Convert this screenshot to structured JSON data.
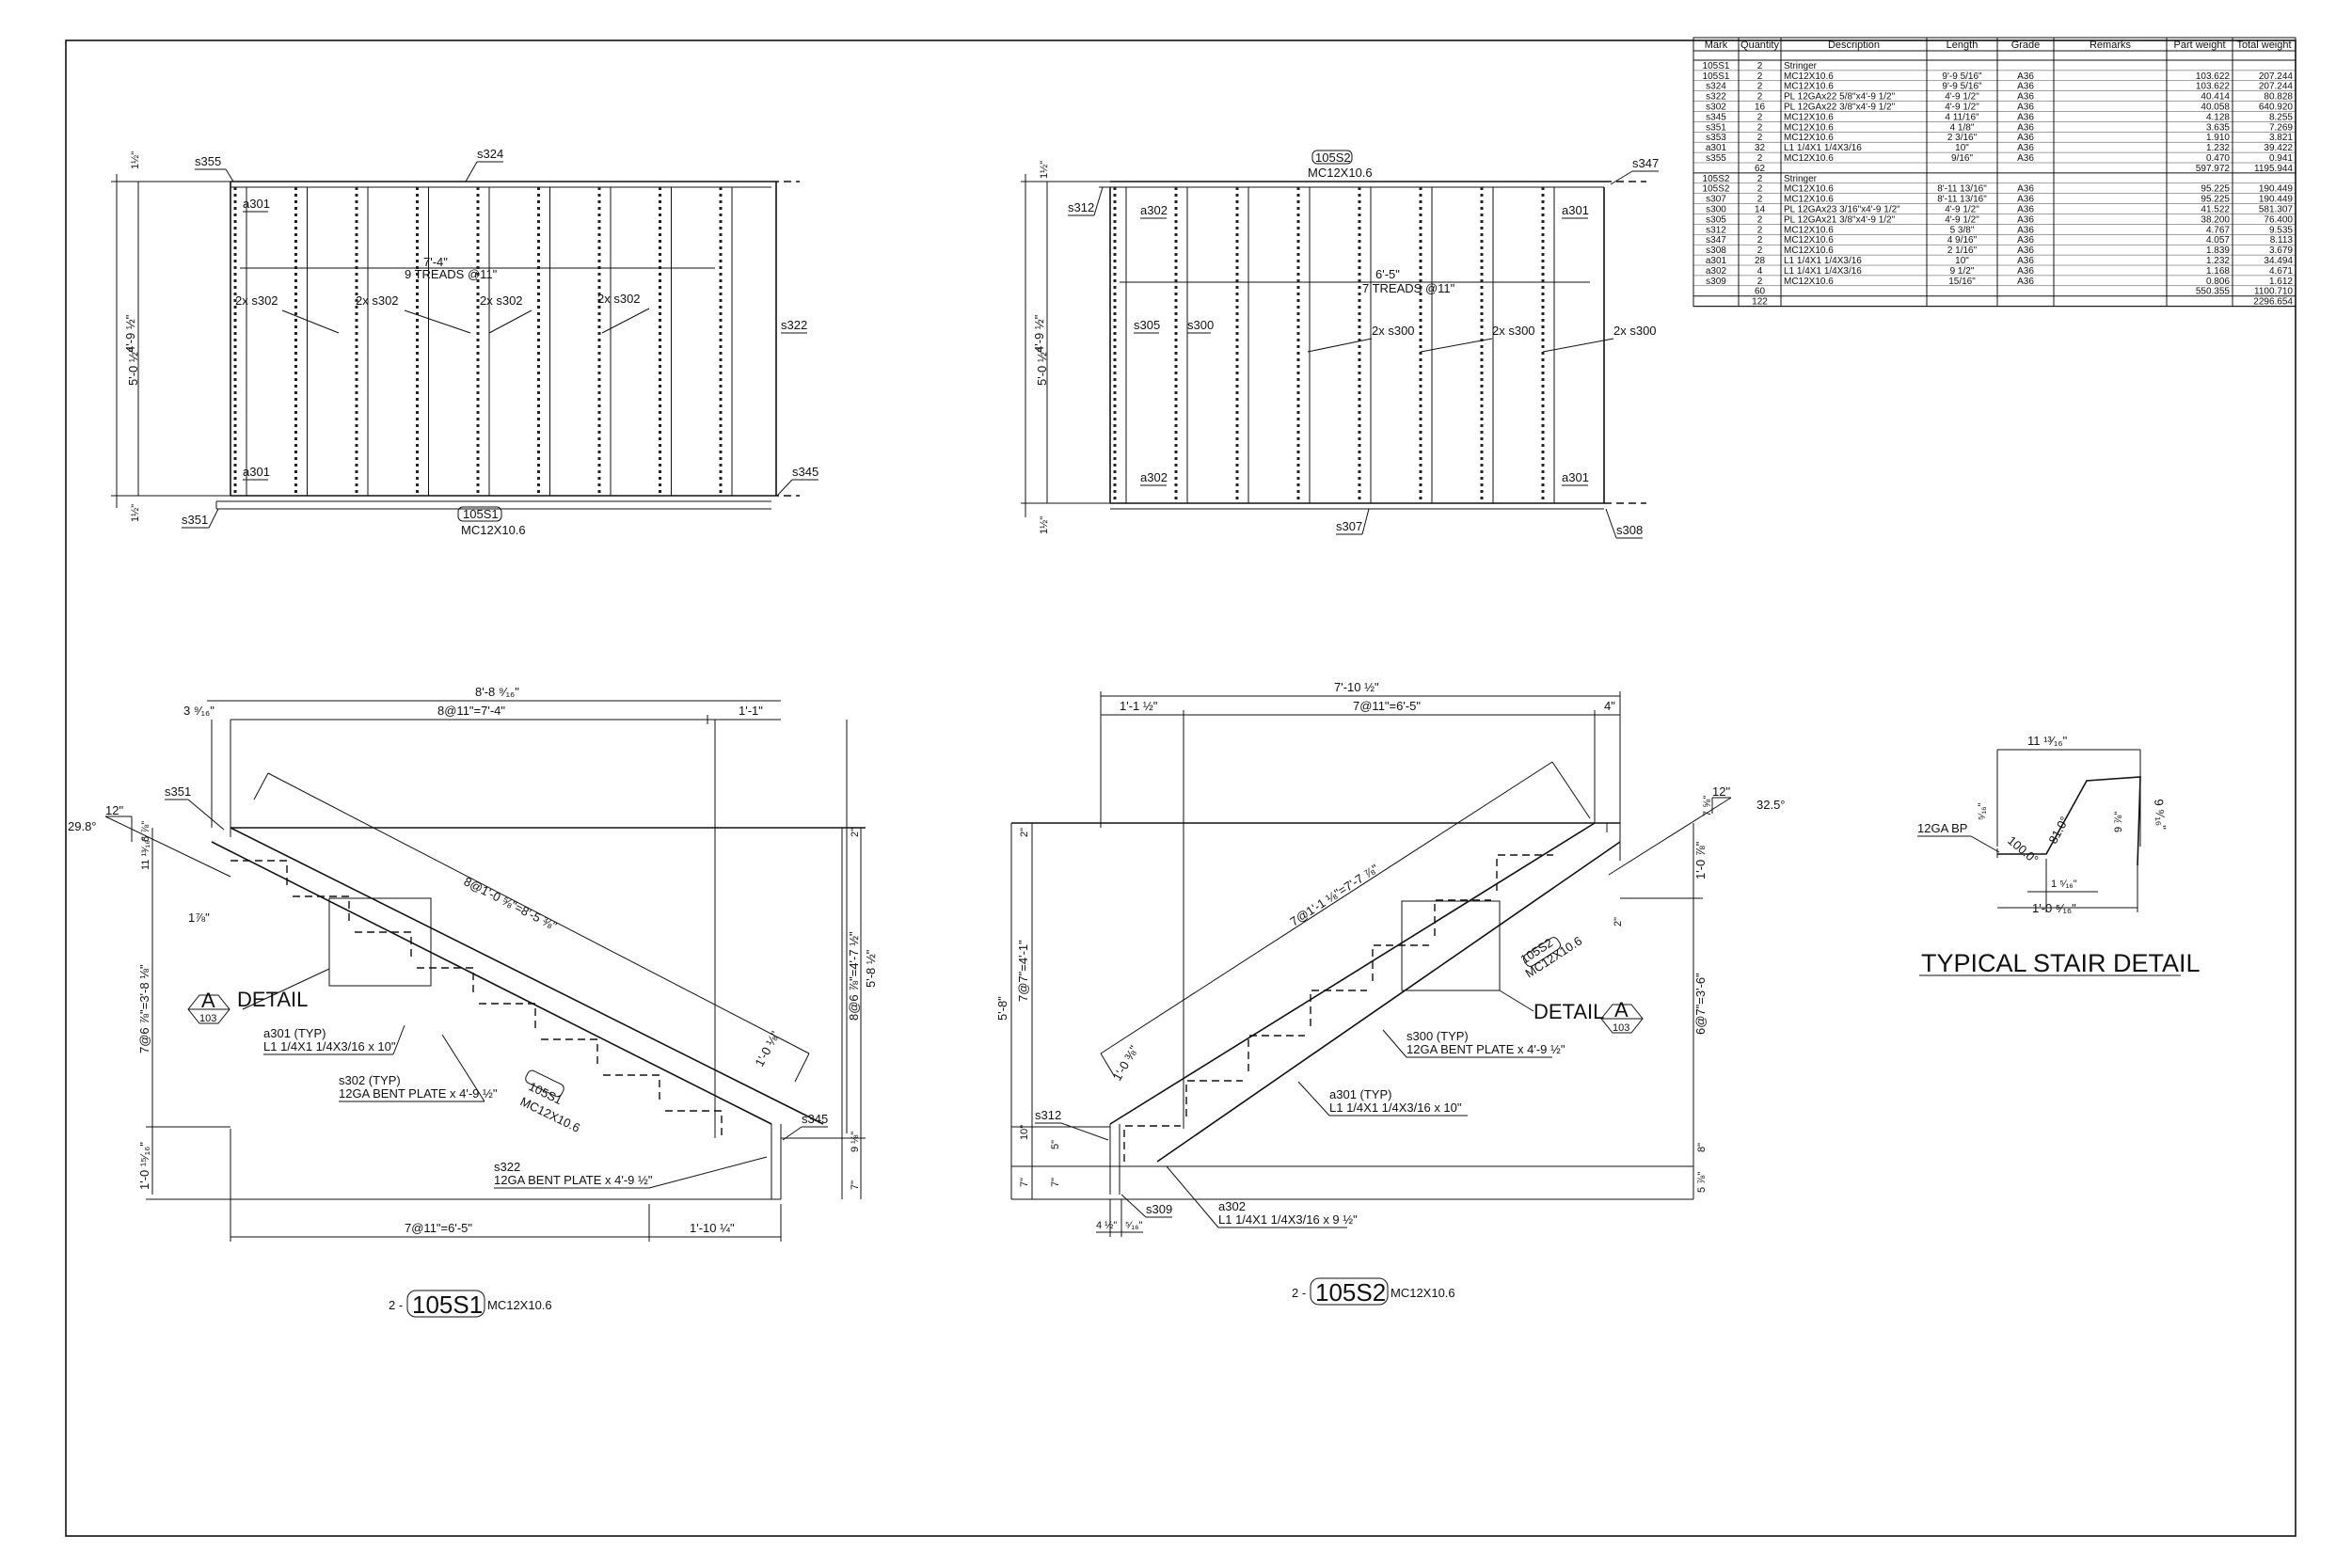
{
  "table": {
    "headers": [
      "Mark",
      "Quantity",
      "Description",
      "Length",
      "Grade",
      "Remarks",
      "Part weight",
      "Total weight"
    ],
    "rows": [
      [
        "105S1",
        "2",
        "Stringer",
        "",
        "",
        "",
        "",
        ""
      ],
      [
        "105S1",
        "2",
        "MC12X10.6",
        "9'-9 5/16\"",
        "A36",
        "",
        "103.622",
        "207.244"
      ],
      [
        "s324",
        "2",
        "MC12X10.6",
        "9'-9 5/16\"",
        "A36",
        "",
        "103.622",
        "207.244"
      ],
      [
        "s322",
        "2",
        "PL 12GAx22 5/8\"x4'-9 1/2\"",
        "4'-9 1/2\"",
        "A36",
        "",
        "40.414",
        "80.828"
      ],
      [
        "s302",
        "16",
        "PL 12GAx22 3/8\"x4'-9 1/2\"",
        "4'-9 1/2\"",
        "A36",
        "",
        "40.058",
        "640.920"
      ],
      [
        "s345",
        "2",
        "MC12X10.6",
        "4 11/16\"",
        "A36",
        "",
        "4.128",
        "8.255"
      ],
      [
        "s351",
        "2",
        "MC12X10.6",
        "4 1/8\"",
        "A36",
        "",
        "3.635",
        "7.269"
      ],
      [
        "s353",
        "2",
        "MC12X10.6",
        "2 3/16\"",
        "A36",
        "",
        "1.910",
        "3.821"
      ],
      [
        "a301",
        "32",
        "L1 1/4X1 1/4X3/16",
        "10\"",
        "A36",
        "",
        "1.232",
        "39.422"
      ],
      [
        "s355",
        "2",
        "MC12X10.6",
        "9/16\"",
        "A36",
        "",
        "0.470",
        "0.941"
      ],
      [
        "",
        "62",
        "",
        "",
        "",
        "",
        "597.972",
        "1195.944"
      ],
      [
        "105S2",
        "2",
        "Stringer",
        "",
        "",
        "",
        "",
        ""
      ],
      [
        "105S2",
        "2",
        "MC12X10.6",
        "8'-11 13/16\"",
        "A36",
        "",
        "95.225",
        "190.449"
      ],
      [
        "s307",
        "2",
        "MC12X10.6",
        "8'-11 13/16\"",
        "A36",
        "",
        "95.225",
        "190.449"
      ],
      [
        "s300",
        "14",
        "PL 12GAx23 3/16\"x4'-9 1/2\"",
        "4'-9 1/2\"",
        "A36",
        "",
        "41.522",
        "581.307"
      ],
      [
        "s305",
        "2",
        "PL 12GAx21 3/8\"x4'-9 1/2\"",
        "4'-9 1/2\"",
        "A36",
        "",
        "38.200",
        "76.400"
      ],
      [
        "s312",
        "2",
        "MC12X10.6",
        "5 3/8\"",
        "A36",
        "",
        "4.767",
        "9.535"
      ],
      [
        "s347",
        "2",
        "MC12X10.6",
        "4 9/16\"",
        "A36",
        "",
        "4.057",
        "8.113"
      ],
      [
        "s308",
        "2",
        "MC12X10.6",
        "2 1/16\"",
        "A36",
        "",
        "1.839",
        "3.679"
      ],
      [
        "a301",
        "28",
        "L1 1/4X1 1/4X3/16",
        "10\"",
        "A36",
        "",
        "1.232",
        "34.494"
      ],
      [
        "a302",
        "4",
        "L1 1/4X1 1/4X3/16",
        "9 1/2\"",
        "A36",
        "",
        "1.168",
        "4.671"
      ],
      [
        "s309",
        "2",
        "MC12X10.6",
        "15/16\"",
        "A36",
        "",
        "0.806",
        "1.612"
      ],
      [
        "",
        "60",
        "",
        "",
        "",
        "",
        "550.355",
        "1100.710"
      ],
      [
        "",
        "122",
        "",
        "",
        "",
        "",
        "",
        "2296.654"
      ]
    ]
  },
  "plan1": {
    "labels": {
      "s355": "s355",
      "s324": "s324",
      "a301_top": "a301",
      "treads_len": "7'-4\"",
      "treads": "9 TREADS @11\"",
      "s302_1": "2x s302",
      "s302_2": "2x s302",
      "s302_3": "2x s302",
      "s302_4": "2x s302",
      "s322": "s322",
      "a301_bot": "a301",
      "s345": "s345",
      "s351": "s351",
      "tag": "105S1",
      "member": "MC12X10.6",
      "dim_outer": "5'-0 ½\"",
      "dim_inner": "4'-9 ½\"",
      "dim_top": "1½\"",
      "dim_bot": "1½\""
    }
  },
  "plan2": {
    "labels": {
      "tag": "105S2",
      "member": "MC12X10.6",
      "s347": "s347",
      "s312": "s312",
      "a302_top": "a302",
      "a301_top": "a301",
      "treads_len": "6'-5\"",
      "treads": "7 TREADS @11\"",
      "s305": "s305",
      "s300_a": "s300",
      "s300_1": "2x s300",
      "s300_2": "2x s300",
      "s300_3": "2x s300",
      "a302_bot": "a302",
      "a301_bot": "a301",
      "s307": "s307",
      "s308": "s308",
      "dim_outer": "5'-0 ½\"",
      "dim_inner": "4'-9 ½\"",
      "dim_top": "1½\"",
      "dim_bot": "1½\""
    }
  },
  "elev1": {
    "labels": {
      "overall": "8'-8 ⁹⁄₁₆\"",
      "run": "8@11\"=7'-4\"",
      "run_end": "1'-1\"",
      "left_off": "3 ⁹⁄₁₆\"",
      "s351": "s351",
      "angle": "29.8°",
      "pitch_run": "12\"",
      "pitch_rise": "6 ⅞\"",
      "h1": "11 ¹³⁄₁₆\"",
      "h2": "1⅞\"",
      "diag": "8@1'-0 ⅝\"=8'-5 ⅜\"",
      "rise_left": "7@6 ⅞\"=3'-8 ⅛\"",
      "rise_right": "8@6 ⅞\"=4'-7 ½\"",
      "total_rise": "5'-8 ½\"",
      "det_label": "DETAIL",
      "det_letter": "A",
      "det_sheet": "103",
      "a301": "a301 (TYP)",
      "a301_desc": "L1 1/4X1 1/4X3/16 x 10\"",
      "s302": "s302 (TYP)",
      "s302_desc": "12GA BENT PLATE x 4'-9 ½\"",
      "tag": "105S1",
      "member": "MC12X10.6",
      "end": "1'-0 ⅛\"",
      "s345": "s345",
      "r_small": "9 ⅛\"",
      "r_seven": "7\"",
      "s322": "s322",
      "s322_desc": "12GA BENT PLATE x 4'-9 ½\"",
      "bot_left": "1'-0 ¹⁵⁄₁₆\"",
      "bot_run": "7@11\"=6'-5\"",
      "bot_end": "1'-10 ¼\"",
      "r_two": "2\""
    },
    "caption_qty": "2 -",
    "caption_mark": "105S1",
    "caption_member": "MC12X10.6"
  },
  "elev2": {
    "labels": {
      "overall": "7'-10 ½\"",
      "run": "7@11\"=6'-5\"",
      "left": "1'-1 ½\"",
      "right": "4\"",
      "pitch_run": "12\"",
      "pitch_rise": "7 ⅝\"",
      "angle": "32.5°",
      "diag": "7@1'-1 ⅛\"=7'-7 ⅞\"",
      "height": "5'-8\"",
      "rise_left": "7@7\"=4'-1\"",
      "rise_right": "6@7\"=3'-6\"",
      "r1": "1'-0 ⅞\"",
      "r2": "2\"",
      "r3": "2\"",
      "det_label": "DETAIL",
      "det_letter": "A",
      "det_sheet": "103",
      "tag": "105S2",
      "member": "MC12X10.6",
      "start": "1'-0 ⅜\"",
      "s300": "s300 (TYP)",
      "s300_desc": "12GA BENT PLATE x 4'-9 ½\"",
      "a301": "a301 (TYP)",
      "a301_desc": "L1 1/4X1 1/4X3/16 x 10\"",
      "s312": "s312",
      "l10": "10\"",
      "l5": "5\"",
      "l7a": "7\"",
      "l7b": "7\"",
      "r8": "8\"",
      "r5": "5 ⅞\"",
      "s309": "s309",
      "a302": "a302",
      "a302_desc": "L1 1/4X1 1/4X3/16 x 9 ½\"",
      "b1": "4 ½\"",
      "b2": "⁵⁄₁₆\""
    },
    "caption_qty": "2 -",
    "caption_mark": "105S2",
    "caption_member": "MC12X10.6"
  },
  "detail": {
    "top": "11 ¹³⁄₁₆\"",
    "bp": "12GA BP",
    "small": "⁵⁄₁₆\"",
    "ang1": "100.0°",
    "ang2": "81.0°",
    "v1": "9 ⅞\"",
    "v2": "9 ⁹⁄₁₆\"",
    "b1": "1 ⁵⁄₁₆\"",
    "b2": "1'-0 ⁵⁄₁₆\"",
    "title": "TYPICAL STAIR DETAIL"
  }
}
